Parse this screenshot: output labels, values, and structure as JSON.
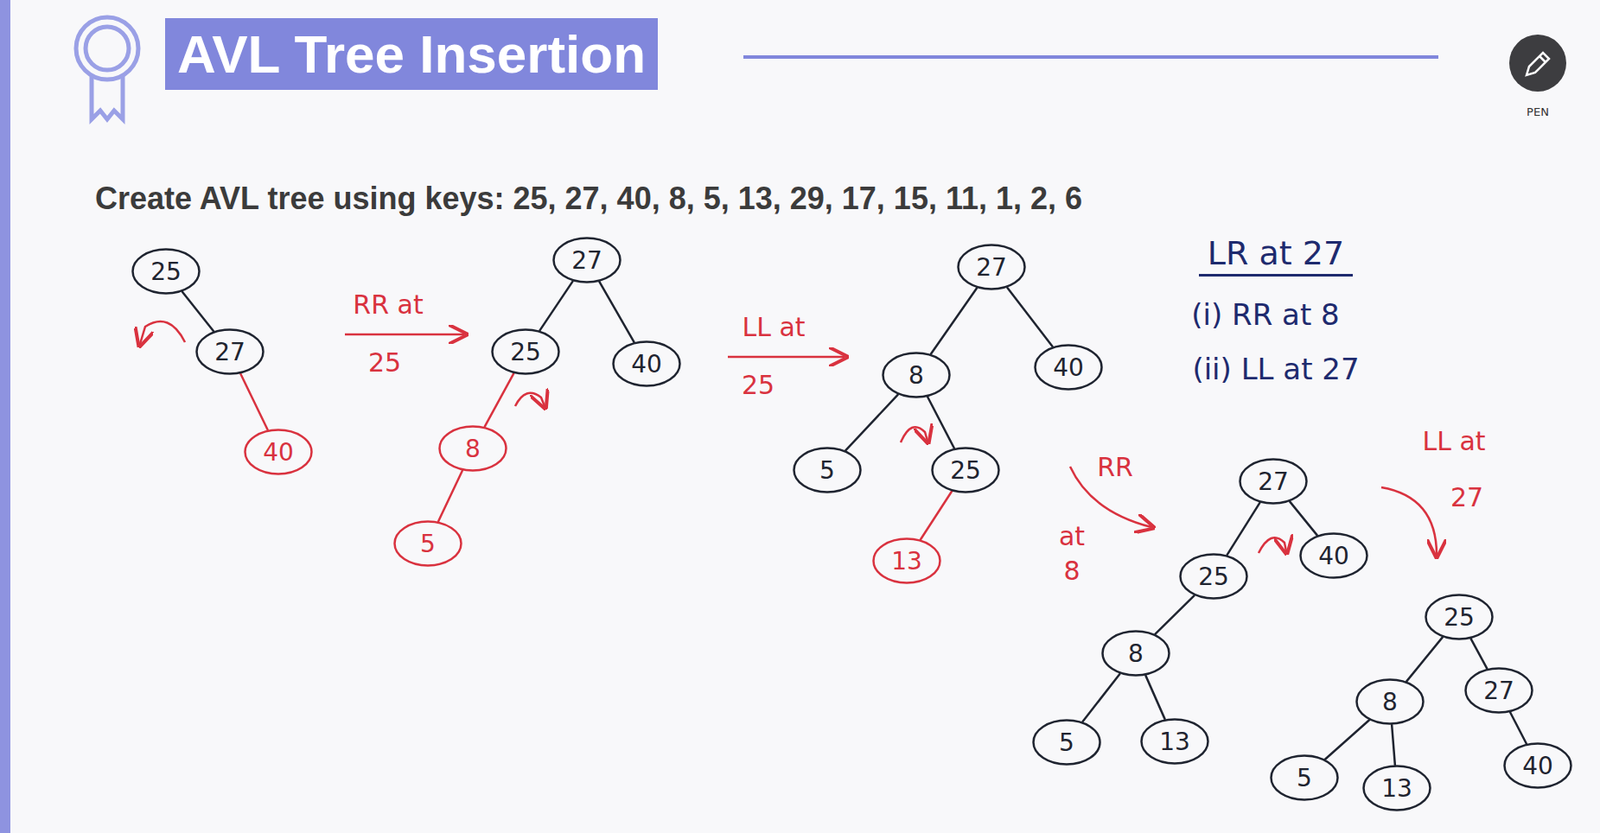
{
  "diagram": {
    "title": "AVL Tree Insertion",
    "nodes": [
      {
        "text": [
          "25"
        ]
      },
      {
        "text": [
          "27"
        ]
      },
      {
        "text": [
          "40"
        ]
      },
      {
        "text": [
          "27"
        ]
      },
      {
        "text": [
          "25"
        ]
      },
      {
        "text": [
          "40"
        ]
      },
      {
        "text": [
          "8"
        ]
      },
      {
        "text": [
          "5"
        ]
      },
      {
        "text": [
          "27"
        ]
      },
      {
        "text": [
          "8"
        ]
      },
      {
        "text": [
          "40"
        ]
      },
      {
        "text": [
          "5"
        ]
      },
      {
        "text": [
          "25"
        ]
      },
      {
        "text": [
          "13"
        ]
      },
      {
        "text": [
          "27"
        ]
      },
      {
        "text": [
          "25"
        ]
      },
      {
        "text": [
          "40"
        ]
      },
      {
        "text": [
          "8"
        ]
      },
      {
        "text": [
          "5"
        ]
      },
      {
        "text": [
          "13"
        ]
      },
      {
        "text": [
          "25"
        ]
      },
      {
        "text": [
          "8"
        ]
      },
      {
        "text": [
          "27"
        ]
      },
      {
        "text": [
          "5"
        ]
      },
      {
        "text": [
          "13"
        ]
      },
      {
        "text": [
          "40"
        ]
      }
    ],
    "edges": [
      {
        "from": 0,
        "to": 1,
        "arrow": "none"
      },
      {
        "from": 1,
        "to": 2,
        "arrow": "none"
      },
      {
        "from": 3,
        "to": 4,
        "arrow": "none"
      },
      {
        "from": 3,
        "to": 5,
        "arrow": "none"
      },
      {
        "from": 4,
        "to": 6,
        "arrow": "none"
      },
      {
        "from": 6,
        "to": 7,
        "arrow": "none"
      },
      {
        "from": 8,
        "to": 9,
        "arrow": "none"
      },
      {
        "from": 8,
        "to": 10,
        "arrow": "none"
      },
      {
        "from": 9,
        "to": 11,
        "arrow": "none"
      },
      {
        "from": 9,
        "to": 12,
        "arrow": "none"
      },
      {
        "from": 12,
        "to": 13,
        "arrow": "none"
      },
      {
        "from": 14,
        "to": 15,
        "arrow": "none"
      },
      {
        "from": 14,
        "to": 16,
        "arrow": "none"
      },
      {
        "from": 15,
        "to": 17,
        "arrow": "none"
      },
      {
        "from": 17,
        "to": 18,
        "arrow": "none"
      },
      {
        "from": 17,
        "to": 19,
        "arrow": "none"
      },
      {
        "from": 20,
        "to": 21,
        "arrow": "none"
      },
      {
        "from": 20,
        "to": 22,
        "arrow": "none"
      },
      {
        "from": 21,
        "to": 23,
        "arrow": "none"
      },
      {
        "from": 21,
        "to": 24,
        "arrow": "none"
      },
      {
        "from": 22,
        "to": 25,
        "arrow": "none"
      }
    ],
    "labels": [
      "Create AVL tree using keys: 25, 27, 40, 8, 5, 13, 29, 17, 15, 11, 1, 2, 6",
      "PEN",
      "RR at",
      "25",
      "LL at",
      "25",
      "LR at 27",
      "(i) RR at 8",
      "(ii) LL at 27",
      "RR",
      "at",
      "8",
      "LL at",
      "27"
    ]
  }
}
